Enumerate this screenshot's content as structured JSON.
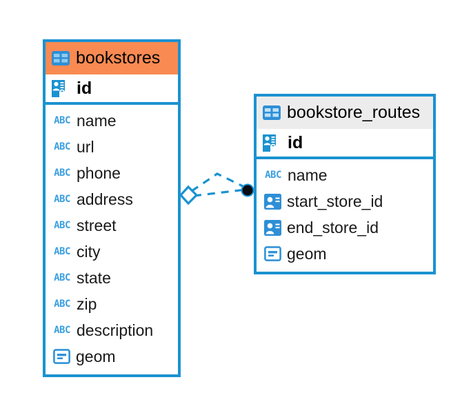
{
  "diagram": {
    "type": "entity-relationship-diagram",
    "background": "#ffffff",
    "accent_color": "#1B92D1",
    "header_highlight_color": "#F98A52",
    "header_default_color": "#ECECEC"
  },
  "entities": [
    {
      "name": "bookstores",
      "header_style": "orange",
      "icon": "table-icon",
      "primary_key": {
        "label": "id",
        "icon": "primary-key-icon"
      },
      "fields": [
        {
          "label": "name",
          "icon": "abc-text-icon"
        },
        {
          "label": "url",
          "icon": "abc-text-icon"
        },
        {
          "label": "phone",
          "icon": "abc-text-icon"
        },
        {
          "label": "address",
          "icon": "abc-text-icon"
        },
        {
          "label": "street",
          "icon": "abc-text-icon"
        },
        {
          "label": "city",
          "icon": "abc-text-icon"
        },
        {
          "label": "state",
          "icon": "abc-text-icon"
        },
        {
          "label": "zip",
          "icon": "abc-text-icon"
        },
        {
          "label": "description",
          "icon": "abc-text-icon"
        },
        {
          "label": "geom",
          "icon": "geometry-icon"
        }
      ]
    },
    {
      "name": "bookstore_routes",
      "header_style": "gray",
      "icon": "table-icon",
      "primary_key": {
        "label": "id",
        "icon": "primary-key-icon"
      },
      "fields": [
        {
          "label": "name",
          "icon": "abc-text-icon"
        },
        {
          "label": "start_store_id",
          "icon": "foreign-key-icon"
        },
        {
          "label": "end_store_id",
          "icon": "foreign-key-icon"
        },
        {
          "label": "geom",
          "icon": "geometry-icon"
        }
      ]
    }
  ],
  "relationship": {
    "style": "dashed",
    "color": "#1B92D1",
    "source_entity": "bookstores",
    "target_entity": "bookstore_routes",
    "source_marker": "diamond-marker",
    "target_marker": "filled-circle-marker",
    "branches": 2
  }
}
